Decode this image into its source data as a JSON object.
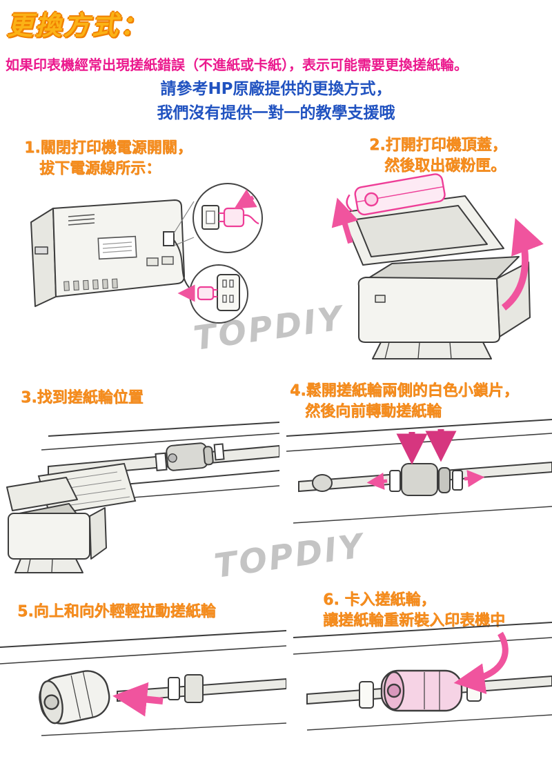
{
  "page": {
    "title": "更換方式：",
    "intro": "如果印表機經常出現搓紙錯誤（不進紙或卡紙），表示可能需要更換搓紙輪。",
    "note": {
      "line1": "請參考HP原廠提供的更換方式，",
      "line2": "我們沒有提供一對一的教學支援哦"
    },
    "watermark": "TOPDIY"
  },
  "steps": [
    {
      "line1": "1.關閉打印機電源開關，",
      "line2": "拔下電源線所示："
    },
    {
      "line1": "2.打開打印機頂蓋，",
      "line2": "然後取出碳粉匣。"
    },
    {
      "line1": "3.找到搓紙輪位置",
      "line2": ""
    },
    {
      "line1": "4.鬆開搓紙輪兩側的白色小鎖片，",
      "line2": "然後向前轉動搓紙輪"
    },
    {
      "line1": "5.向上和向外輕輕拉動搓紙輪",
      "line2": ""
    },
    {
      "line1": "6. 卡入搓紙輪，",
      "line2": "讓搓紙輪重新裝入印表機中"
    }
  ],
  "colors": {
    "step_orange": "#F68D1E",
    "warning_pink": "#EB188D",
    "note_blue": "#2052C0",
    "illustration_pink": "#F0549E"
  }
}
